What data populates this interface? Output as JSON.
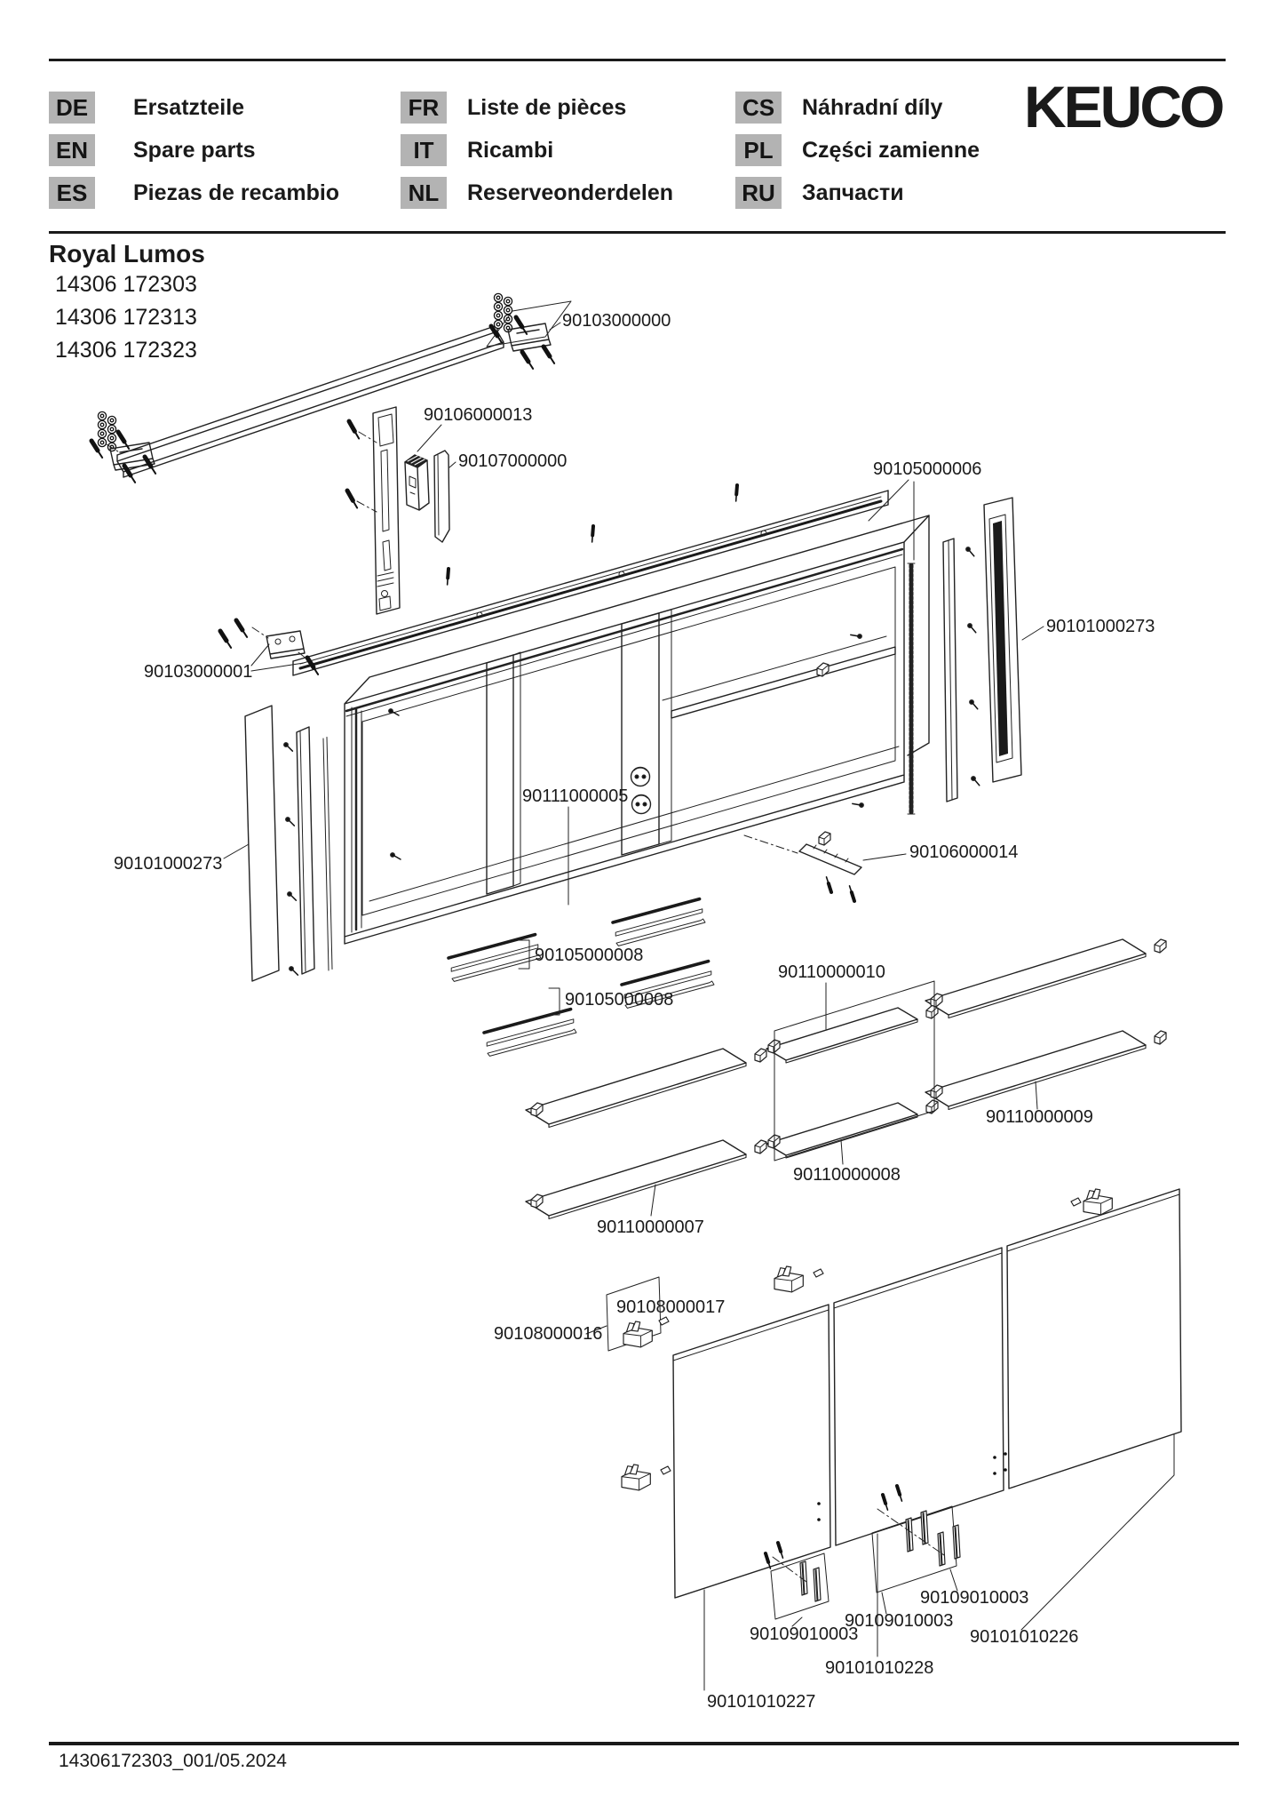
{
  "header": {
    "brand": "KEUCO",
    "languages": [
      {
        "code": "DE",
        "label": "Ersatzteile"
      },
      {
        "code": "EN",
        "label": "Spare parts"
      },
      {
        "code": "ES",
        "label": "Piezas de recambio"
      },
      {
        "code": "FR",
        "label": "Liste de pièces"
      },
      {
        "code": "IT",
        "label": "Ricambi"
      },
      {
        "code": "NL",
        "label": "Reserveonderdelen"
      },
      {
        "code": "CS",
        "label": "Náhradní díly"
      },
      {
        "code": "PL",
        "label": "Części zamienne"
      },
      {
        "code": "RU",
        "label": "Запчасти"
      }
    ]
  },
  "product": {
    "series": "Royal Lumos",
    "models": [
      "14306 172303",
      "14306 172313",
      "14306 172323"
    ]
  },
  "diagram": {
    "parts": [
      {
        "number": "90103000000"
      },
      {
        "number": "90106000013"
      },
      {
        "number": "90107000000"
      },
      {
        "number": "90105000006"
      },
      {
        "number": "90101000273"
      },
      {
        "number": "90103000001"
      },
      {
        "number": "90111000005"
      },
      {
        "number": "90101000273"
      },
      {
        "number": "90106000014"
      },
      {
        "number": "90105000008"
      },
      {
        "number": "90105000008"
      },
      {
        "number": "90110000010"
      },
      {
        "number": "90110000009"
      },
      {
        "number": "90110000008"
      },
      {
        "number": "90110000007"
      },
      {
        "number": "90108000017"
      },
      {
        "number": "90108000016"
      },
      {
        "number": "90109010003"
      },
      {
        "number": "90109010003"
      },
      {
        "number": "90109010003"
      },
      {
        "number": "90101010226"
      },
      {
        "number": "90101010228"
      },
      {
        "number": "90101010227"
      }
    ]
  },
  "footer": {
    "document_code": "14306172303_001/05.2024"
  },
  "colors": {
    "ink": "#1a1a1a",
    "badge_bg": "#b3b3b3",
    "paper": "#ffffff"
  }
}
